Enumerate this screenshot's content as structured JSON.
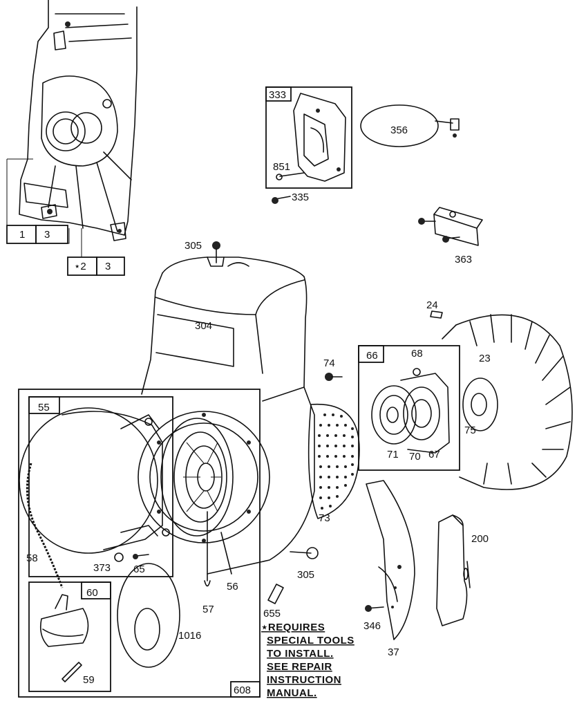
{
  "labels": {
    "p1": "1",
    "p3a": "3",
    "p2": "⋆2",
    "p3b": "3",
    "p333": "333",
    "p851": "851",
    "p335": "335",
    "p356": "356",
    "p363": "363",
    "p305a": "305",
    "p304": "304",
    "p24": "24",
    "p74": "74",
    "p66": "66",
    "p68": "68",
    "p23": "23",
    "p71": "71",
    "p70": "70",
    "p67": "67",
    "p75": "75",
    "p55": "55",
    "p58": "58",
    "p373": "373",
    "p65": "65",
    "p56": "56",
    "p57": "57",
    "p73": "73",
    "p305b": "305",
    "p655": "655",
    "p60": "60",
    "p59": "59",
    "p1016": "1016",
    "p608": "608",
    "p346": "346",
    "p37": "37",
    "p200": "200"
  },
  "note": {
    "line1": "⋆REQUIRES",
    "line2": "SPECIAL TOOLS",
    "line3": "TO INSTALL.",
    "line4": "SEE REPAIR",
    "line5": "INSTRUCTION",
    "line6": "MANUAL."
  }
}
